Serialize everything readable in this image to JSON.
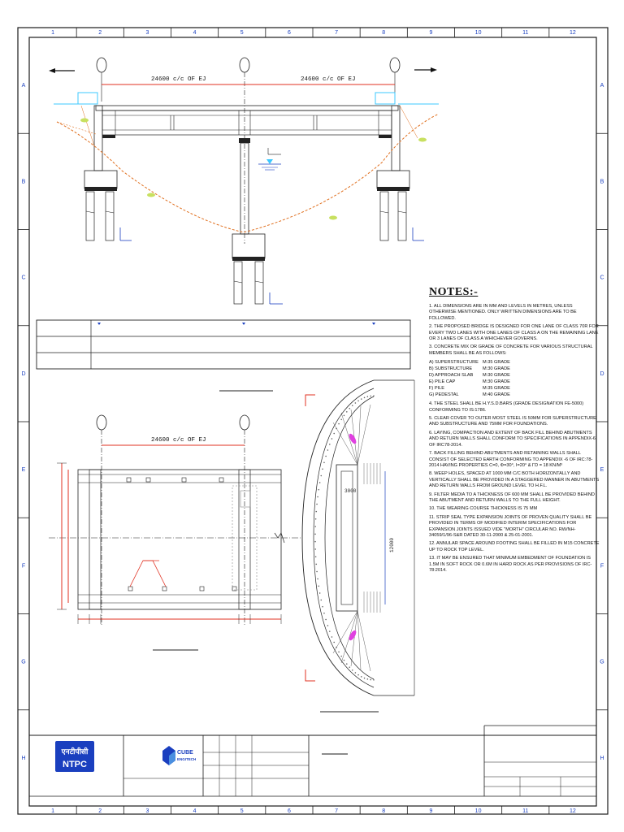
{
  "grid": {
    "columns": [
      "1",
      "2",
      "3",
      "4",
      "5",
      "6",
      "7",
      "8",
      "9",
      "10",
      "11",
      "12"
    ],
    "rows": [
      "A",
      "B",
      "C",
      "D",
      "E",
      "F",
      "G",
      "H"
    ]
  },
  "elevation": {
    "dim_left": "24600 c/c OF EJ",
    "dim_right": "24600 c/c OF EJ"
  },
  "plan": {
    "dim_top": "24600 c/c OF EJ"
  },
  "section": {
    "dim_inner": "3000",
    "dim_right": "12000"
  },
  "notes": {
    "title": "NOTES:-",
    "items": [
      "1. ALL DIMENSIONS ARE IN mm AND LEVELS IN METRES, UNLESS OTHERWISE MENTIONED. ONLY WRITTEN DIMENSIONS ARE TO BE FOLLOWED.",
      "2. THE PROPOSED BRIDGE IS DESIGNED FOR ONE LANE OF CLASS 70R FOR EVERY TWO LANES WITH ONE LANES OF CLASS A ON THE REMAINING LANE OR 3 LANES OF CLASS A WHICHEVER GOVERNS.",
      "3. CONCRETE MIX OR GRADE OF CONCRETE FOR VARIOUS STRUCTURAL MEMBERS SHALL BE AS FOLLOWS:"
    ],
    "grades": [
      {
        "item": "a) SUPERSTRUCTURE",
        "grade": "M:35 GRADE"
      },
      {
        "item": "b) SUBSTRUCTURE",
        "grade": "M:30 GRADE"
      },
      {
        "item": "d) APPROACH SLAB",
        "grade": "M:30 GRADE"
      },
      {
        "item": "e) PILE CAP",
        "grade": "M:30 GRADE"
      },
      {
        "item": "f) PILE",
        "grade": "M:35 GRADE"
      },
      {
        "item": "g) PEDESTAL",
        "grade": "M:40 GRADE"
      }
    ],
    "items_after": [
      "4. THE STEEL SHALL BE H.Y.S.D.BARS (GRADE DESIGNATION FE-5000) CONFORMING TO IS:1786.",
      "5. CLEAR COVER TO OUTER MOST STEEL IS 50mm FOR SUPERSTRUCTURE AND SUBSTRUCTURE AND 75mm FOR FOUNDATIONS.",
      "6. LAYING, COMPACTION AND EXTENT OF BACK FILL BEHIND ABUTMENTS AND RETURN WALLS SHALL CONFORM TO SPECIFICATIONS IN APPENDIX-6 OF IRC78-2014.",
      "7. BACK FILLING BEHIND ABUTMENTS AND RETAINING WALLS SHALL CONSIST OF SELECTED EARTH CONFORMING TO APPENDIX -6 OF IRC:78-2014 HAVING PROPERTIES C=0, φ=30°, I=20° & γd = 18 KN/M³",
      "8. WEEP HOLES, SPACED AT 1000 MM C/C BOTH HORIZONTALLY AND VERTICALLY SHALL BE PROVIDED IN A STAGGERED MANNER IN ABUTMENTS AND RETURN WALLS FROM GROUND LEVEL TO H.F.L.",
      "9. FILTER MEDIA TO A THICKNESS OF 600 MM SHALL BE PROVIDED BEHIND THE ABUTMENT AND RETURN WALLS TO THE FULL HEIGHT.",
      "10. THE WEARING COURSE THICKNESS IS 75 MM",
      "11. STRIP SEAL TYPE EXPANSION JOINTS OF PROVEN QUALITY SHALL BE PROVIDED IN TERMS OF MODIFIED INTERIM SPECIFICATIONS FOR EXPANSION JOINTS ISSUED VIDE \"MORTH\" CIRCULAR No. RW/NH-34059/1/96-S&R DATED 30-11-2000 & 25-01-2001.",
      "12. ANNULAR SPACE AROUND FOOTING SHALL BE FILLED IN M15 CONCRETE UP TO ROCK TOP LEVEL.",
      "13. IT MAY BE ENSURED THAT MINIMUM EMBEDMENT OF FOUNDATION IS 1.5m IN SOFT ROCK OR 0.6m IN HARD ROCK AS PER PROVISIONS OF IRC-78:2014."
    ]
  },
  "title_block": {
    "logo_ntpc_hindi": "एनटीपीसी",
    "logo_ntpc": "NTPC",
    "logo_cube": "CUBE",
    "logo_cube_sub": "ENGITECH"
  },
  "colors": {
    "line": "#1a1a1a",
    "red": "#e03020",
    "blue": "#1a3fbf",
    "orange": "#e07020",
    "cyan": "#3cc8ff",
    "green": "#c8e060",
    "magenta": "#e040e0"
  }
}
